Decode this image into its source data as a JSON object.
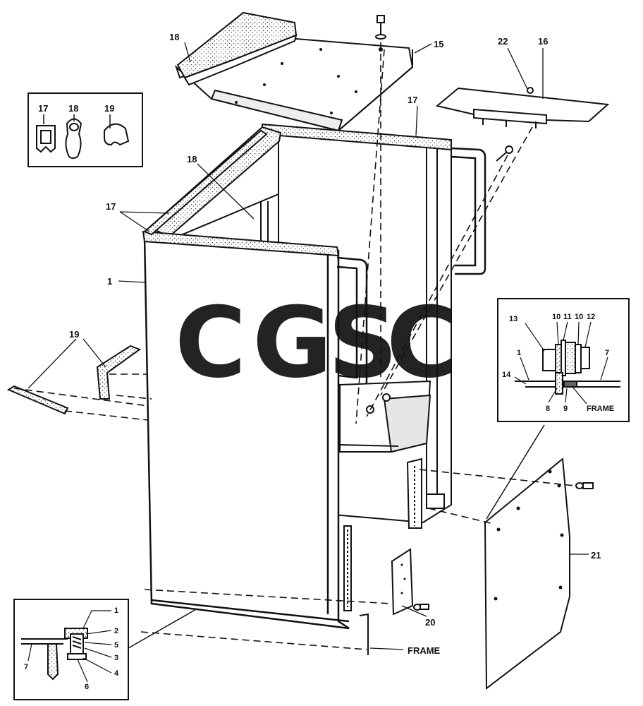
{
  "watermark": {
    "letters": [
      {
        "char": "C",
        "color": "#7ea7ef"
      },
      {
        "char": "G",
        "color": "#f18a80"
      },
      {
        "char": "S",
        "color": "#f5d36a"
      },
      {
        "char": "C",
        "color": "#7fc49c"
      }
    ]
  },
  "callouts": {
    "l1": "1",
    "l15": "15",
    "l16": "16",
    "l17_top": "17",
    "l17_left": "17",
    "l18_top": "18",
    "l18_mid": "18",
    "l19": "19",
    "l20": "20",
    "l21": "21",
    "l22": "22"
  },
  "legend_inset": {
    "l17": "17",
    "l18": "18",
    "l19": "19"
  },
  "detail_right": {
    "l13": "13",
    "l10": "10",
    "l11": "11",
    "l10b": "10",
    "l12": "12",
    "l1": "1",
    "l7": "7",
    "l14": "14",
    "l8": "8",
    "l9": "9",
    "frame": "FRAME"
  },
  "detail_left": {
    "l1": "1",
    "l2": "2",
    "l5": "5",
    "l3": "3",
    "l4": "4",
    "l6": "6",
    "l7": "7"
  },
  "frame_label": "FRAME"
}
